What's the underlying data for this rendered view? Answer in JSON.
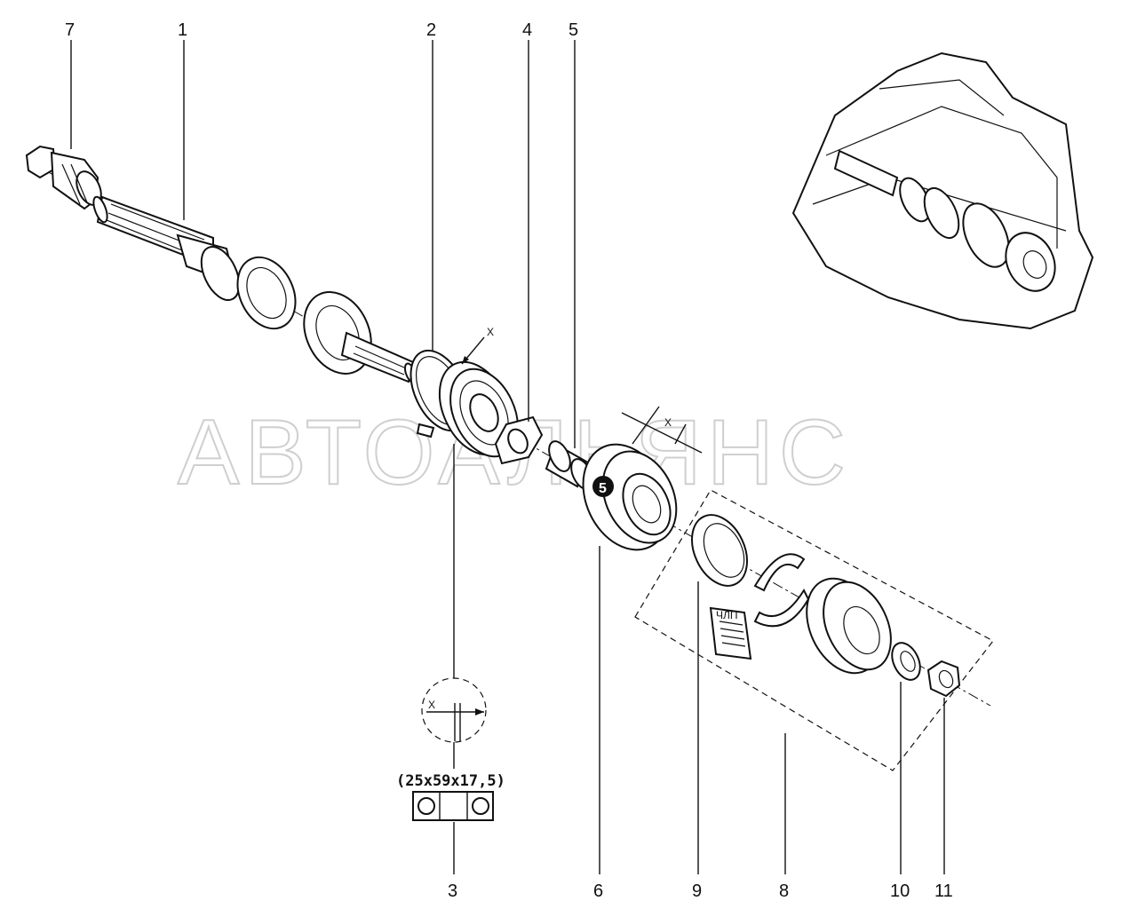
{
  "watermark": "АВТОАЛЬЯНС",
  "callouts": {
    "n1": "1",
    "n2": "2",
    "n3": "3",
    "n4": "4",
    "n5": "5",
    "n6": "6",
    "n7": "7",
    "n8": "8",
    "n9": "9",
    "n10": "10",
    "n11": "11"
  },
  "bearing_spec": "(25x59x17,5)",
  "clearance_mark_1": "X",
  "clearance_mark_2": "X",
  "detail_mark": "X",
  "torque_badge": "5",
  "kit_label": "ЧЛП"
}
